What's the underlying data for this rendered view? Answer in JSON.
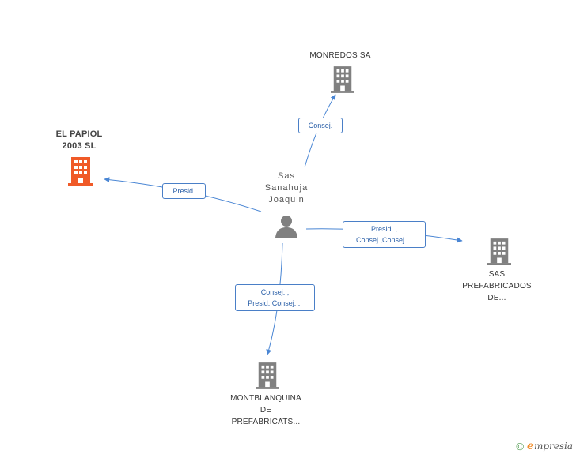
{
  "center": {
    "name_lines": [
      "Sas",
      "Sanahuja",
      "Joaquin"
    ],
    "icon": "person-icon"
  },
  "nodes": [
    {
      "id": "el-papiol",
      "label_lines": [
        "EL PAPIOL",
        "2003 SL"
      ],
      "icon": "building-icon",
      "color": "#f05a28",
      "highlight": true
    },
    {
      "id": "monredos",
      "label_lines": [
        "MONREDOS SA"
      ],
      "icon": "building-icon",
      "color": "#808080",
      "highlight": false
    },
    {
      "id": "sas-prefabricados",
      "label_lines": [
        "SAS",
        "PREFABRICADOS",
        "DE..."
      ],
      "icon": "building-icon",
      "color": "#808080",
      "highlight": false
    },
    {
      "id": "montblanquina",
      "label_lines": [
        "MONTBLANQUINA",
        "DE",
        "PREFABRICATS..."
      ],
      "icon": "building-icon",
      "color": "#808080",
      "highlight": false
    }
  ],
  "edges": [
    {
      "to": "el-papiol",
      "label_lines": [
        "Presid."
      ]
    },
    {
      "to": "monredos",
      "label_lines": [
        "Consej."
      ]
    },
    {
      "to": "sas-prefabricados",
      "label_lines": [
        "Presid. ,",
        "Consej.,Consej...."
      ]
    },
    {
      "to": "montblanquina",
      "label_lines": [
        "Consej. ,",
        "Presid.,Consej...."
      ]
    }
  ],
  "colors": {
    "edge": "#4a86d4",
    "person": "#808080"
  },
  "watermark": {
    "copyright_symbol": "©",
    "brand_initial": "e",
    "brand_rest": "mpresia"
  }
}
